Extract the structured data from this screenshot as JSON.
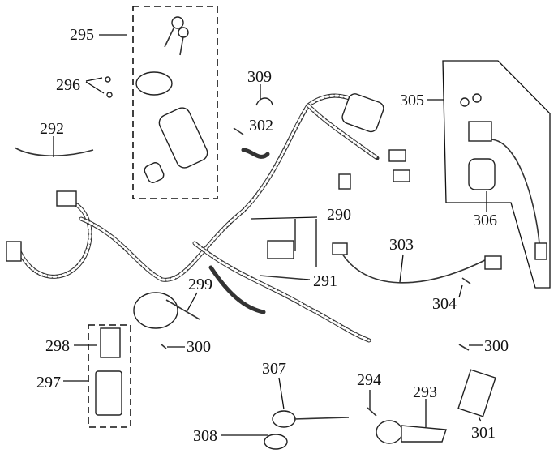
{
  "diagram": {
    "title": "Wiring harness exploded parts diagram",
    "callouts": [
      {
        "id": "295",
        "label": "295"
      },
      {
        "id": "296",
        "label": "296"
      },
      {
        "id": "292",
        "label": "292"
      },
      {
        "id": "309",
        "label": "309"
      },
      {
        "id": "302",
        "label": "302"
      },
      {
        "id": "305",
        "label": "305"
      },
      {
        "id": "306",
        "label": "306"
      },
      {
        "id": "290",
        "label": "290"
      },
      {
        "id": "303",
        "label": "303"
      },
      {
        "id": "291",
        "label": "291"
      },
      {
        "id": "299",
        "label": "299"
      },
      {
        "id": "304",
        "label": "304"
      },
      {
        "id": "298",
        "label": "298"
      },
      {
        "id": "300a",
        "label": "300"
      },
      {
        "id": "300b",
        "label": "300"
      },
      {
        "id": "297",
        "label": "297"
      },
      {
        "id": "307",
        "label": "307"
      },
      {
        "id": "294",
        "label": "294"
      },
      {
        "id": "293",
        "label": "293"
      },
      {
        "id": "301",
        "label": "301"
      },
      {
        "id": "308",
        "label": "308"
      }
    ]
  }
}
